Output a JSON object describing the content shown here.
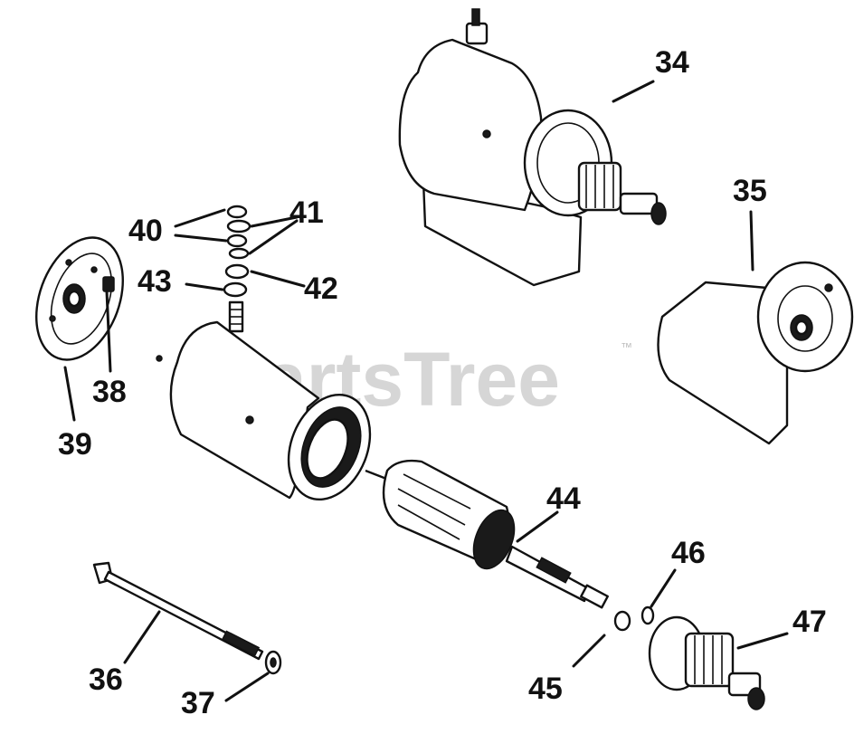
{
  "watermark": {
    "text": "PartsTree",
    "trademark": "™"
  },
  "callouts": {
    "c34": "34",
    "c35": "35",
    "c36": "36",
    "c37": "37",
    "c38": "38",
    "c39": "39",
    "c40": "40",
    "c41": "41",
    "c42": "42",
    "c43": "43",
    "c44": "44",
    "c45": "45",
    "c46": "46",
    "c47": "47"
  },
  "colors": {
    "ink": "#111111",
    "background": "#ffffff",
    "watermark": "#cfcfcf"
  }
}
